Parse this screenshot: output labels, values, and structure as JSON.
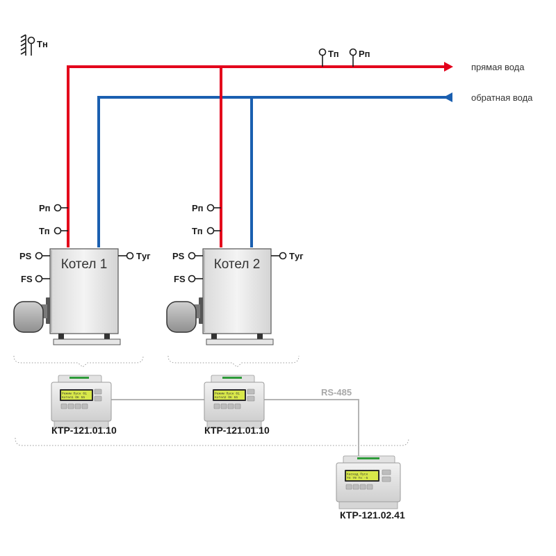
{
  "outdoor_sensor": {
    "label": "Тн"
  },
  "header_sensors": {
    "t_label": "Тп",
    "p_label": "Рп"
  },
  "flow": {
    "supply_label": "прямая вода",
    "supply_color": "#e3001b",
    "return_label": "обратная вода",
    "return_color": "#1a5fb0"
  },
  "boilers": [
    {
      "name": "Котел 1",
      "p_label": "Рп",
      "t_label": "Тп",
      "ps_label": "PS",
      "fs_label": "FS",
      "tug_label": "Тyг"
    },
    {
      "name": "Котел 2",
      "p_label": "Рп",
      "t_label": "Тп",
      "ps_label": "PS",
      "fs_label": "FS",
      "tug_label": "Тyг"
    }
  ],
  "bus": {
    "label": "RS-485"
  },
  "controllers": [
    {
      "model": "КТР-121.01.10",
      "screen_line1": "Режим Пуск 01",
      "screen_line2": "Котел1 ОК 55"
    },
    {
      "model": "КТР-121.01.10",
      "screen_line1": "Режим Пуск 01",
      "screen_line2": "Котел2 ОК 55"
    },
    {
      "model": "КТР-121.02.41",
      "screen_line1": "Каскад Пуск",
      "screen_line2": "Тп 70 Тн -5"
    }
  ]
}
